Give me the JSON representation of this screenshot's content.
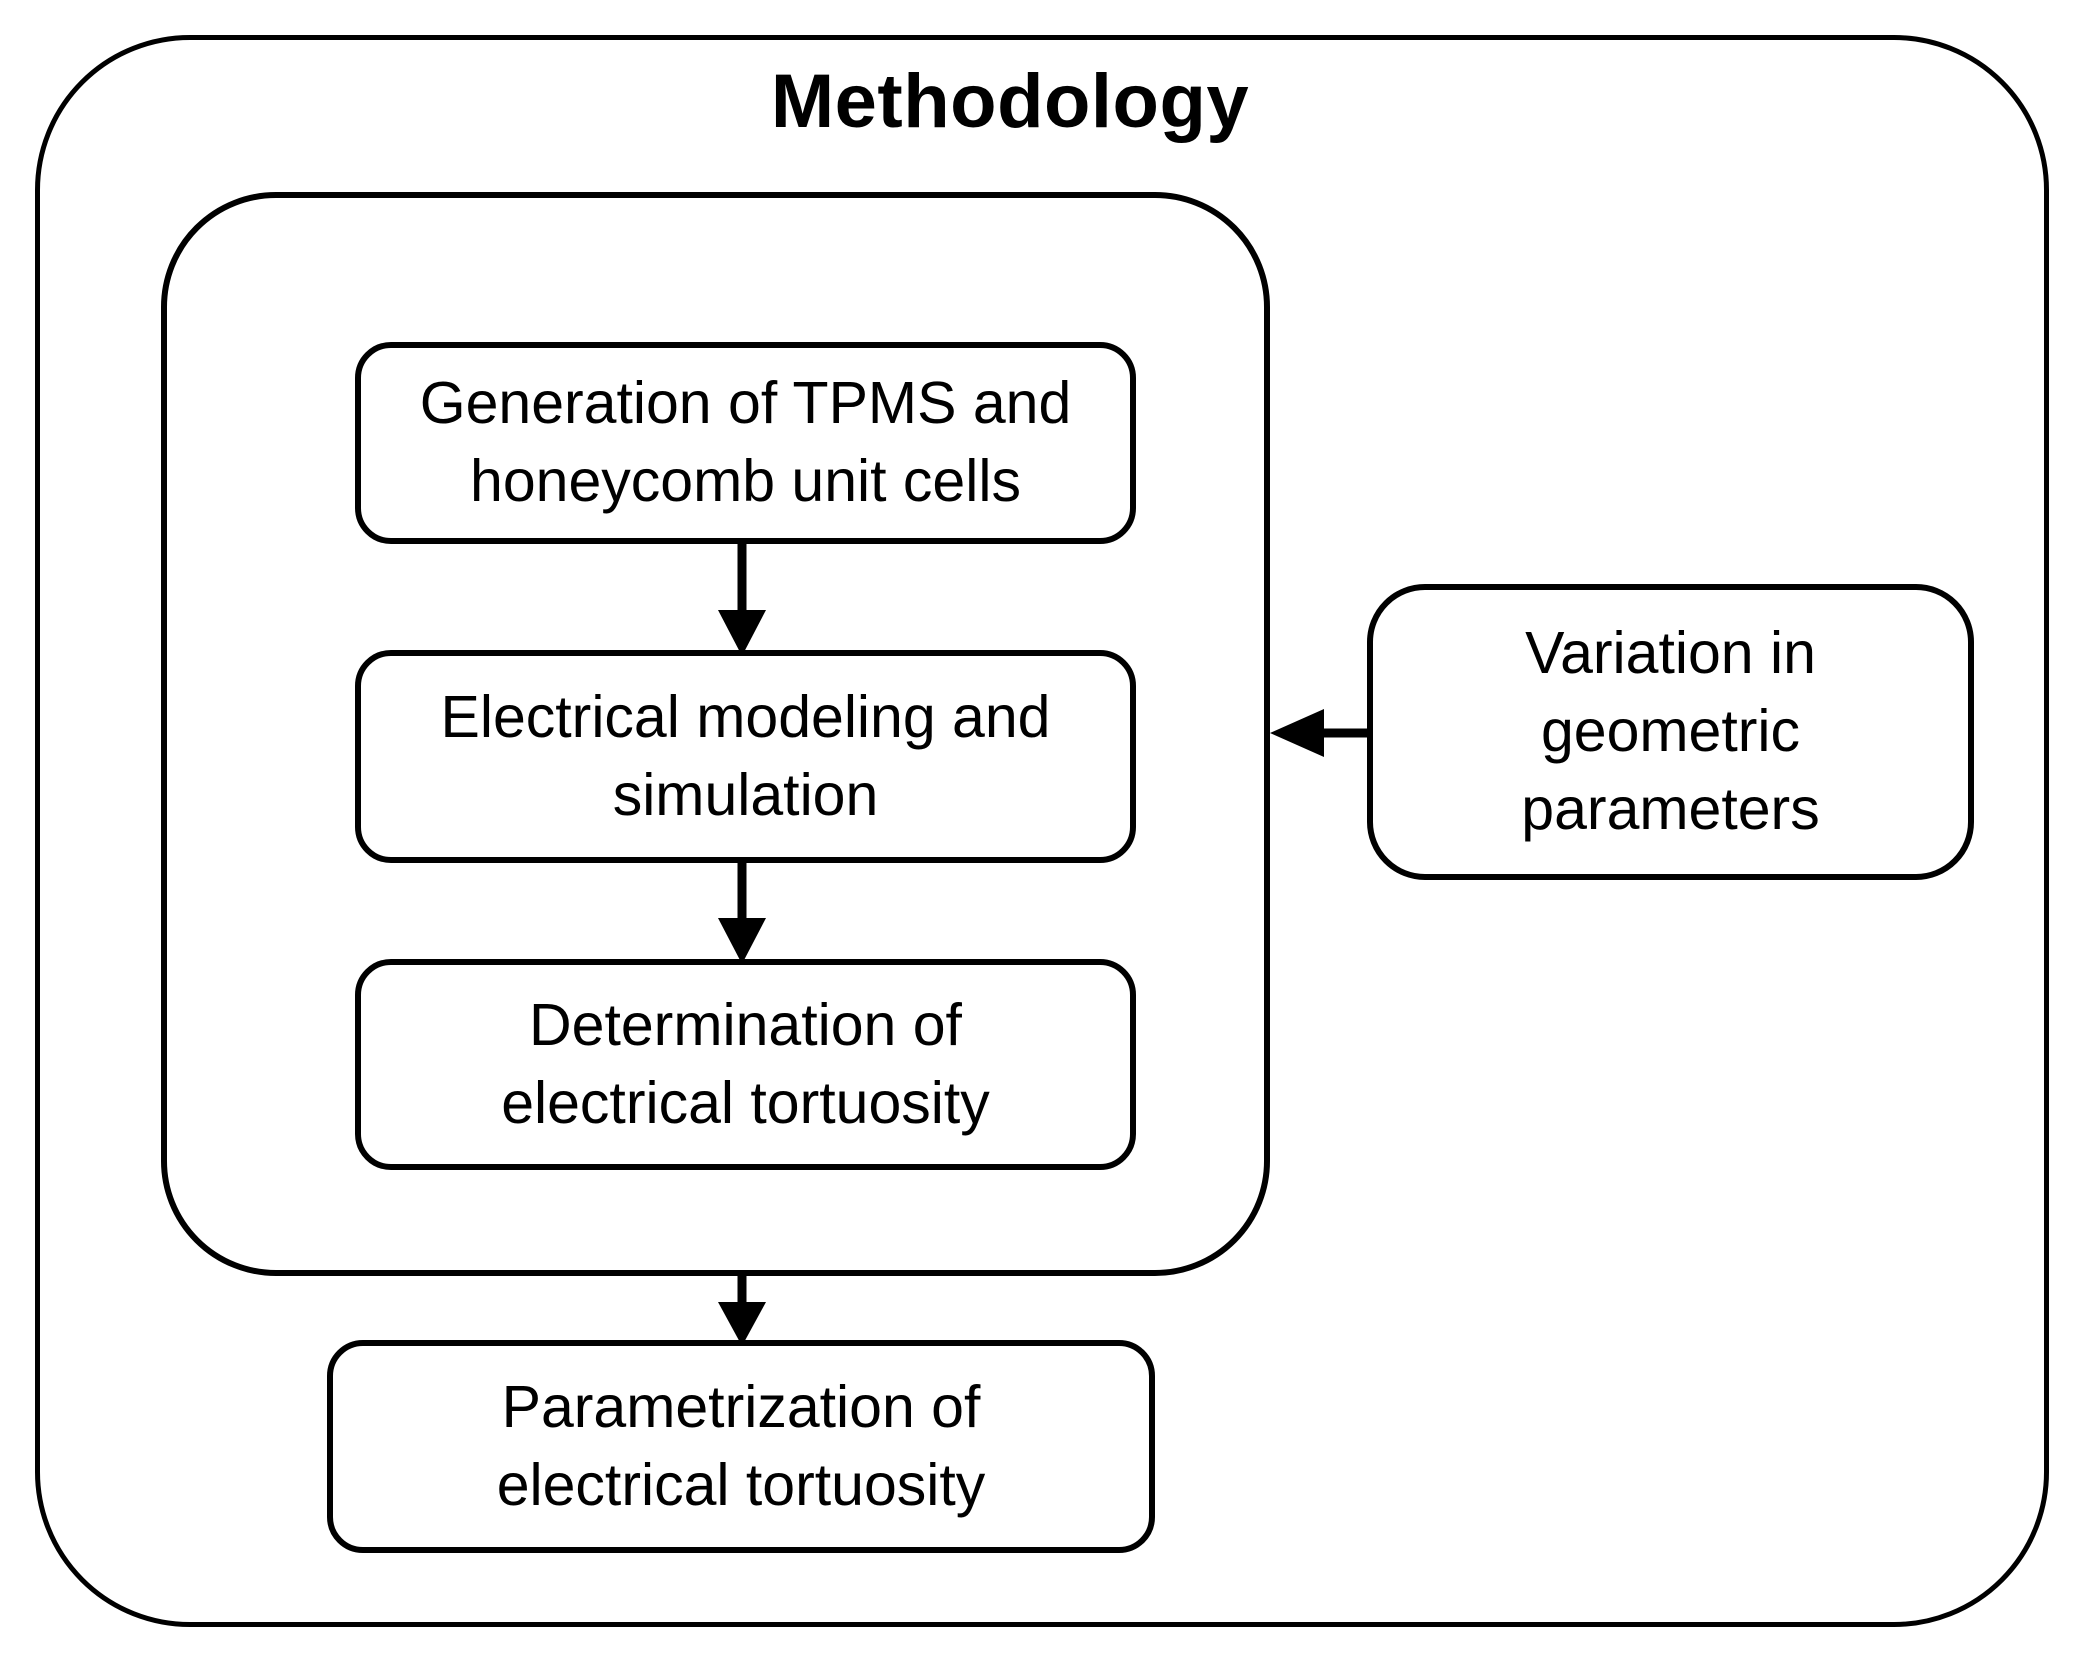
{
  "diagram": {
    "title": "Methodology",
    "nodes": {
      "generation": {
        "label": "Generation of TPMS and\nhoneycomb unit cells"
      },
      "modeling": {
        "label": "Electrical modeling and\nsimulation"
      },
      "determination": {
        "label": "Determination of\nelectrical tortuosity"
      },
      "parametrization": {
        "label": "Parametrization of\nelectrical tortuosity"
      },
      "variation": {
        "label": "Variation in\ngeometric\nparameters"
      }
    },
    "groups": {
      "outer": {
        "label": "Methodology"
      },
      "inner": {
        "contains": [
          "generation",
          "modeling",
          "determination"
        ]
      }
    },
    "edges": [
      {
        "from": "generation",
        "to": "modeling",
        "direction": "down"
      },
      {
        "from": "modeling",
        "to": "determination",
        "direction": "down"
      },
      {
        "from": "inner-group",
        "to": "parametrization",
        "direction": "down"
      },
      {
        "from": "variation",
        "to": "inner-group",
        "direction": "left"
      }
    ],
    "colors": {
      "stroke": "#000000",
      "text": "#000000",
      "background": "#ffffff"
    }
  }
}
